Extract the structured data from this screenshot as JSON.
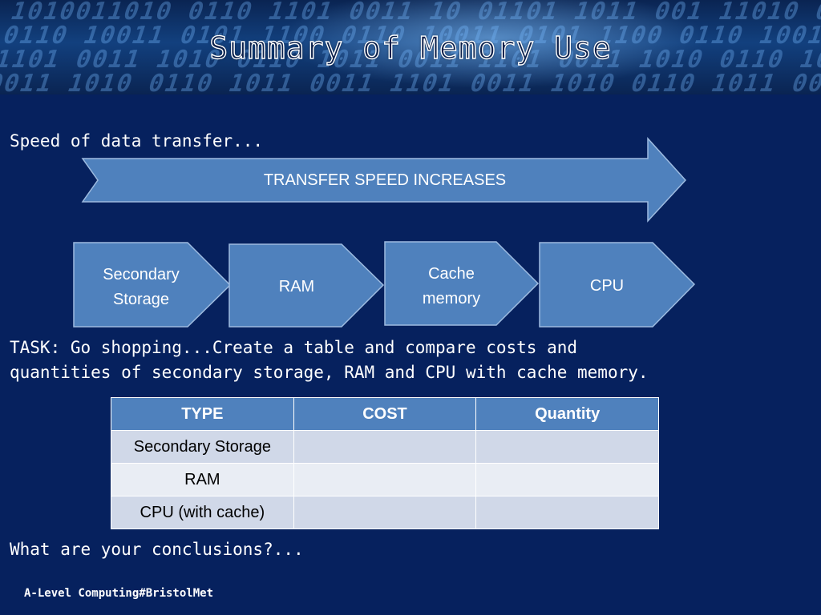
{
  "slide": {
    "title": "Summary of Memory Use",
    "speed_label": "Speed of data transfer...",
    "big_arrow_label": "TRANSFER SPEED INCREASES",
    "chevrons": [
      {
        "line1": "Secondary",
        "line2": "Storage"
      },
      {
        "line1": "RAM",
        "line2": ""
      },
      {
        "line1": "Cache",
        "line2": "memory"
      },
      {
        "line1": "CPU",
        "line2": ""
      }
    ],
    "task_line1": "TASK: Go shopping...Create a table and compare costs and",
    "task_line2": "quantities of secondary storage, RAM and CPU with cache memory.",
    "table": {
      "headers": [
        "TYPE",
        "COST",
        "Quantity"
      ],
      "rows": [
        [
          "Secondary Storage",
          "",
          ""
        ],
        [
          "RAM",
          "",
          ""
        ],
        [
          "CPU (with cache)",
          "",
          ""
        ]
      ]
    },
    "conclusion": "What are your conclusions?...",
    "footer": "A-Level Computing#BristolMet"
  },
  "colors": {
    "background": "#06215e",
    "shape_fill": "#4f81bd",
    "shape_stroke": "#9dbbe0",
    "table_header": "#4f81bd",
    "table_row_odd": "#d0d8e8",
    "table_row_even": "#e9edf4"
  }
}
